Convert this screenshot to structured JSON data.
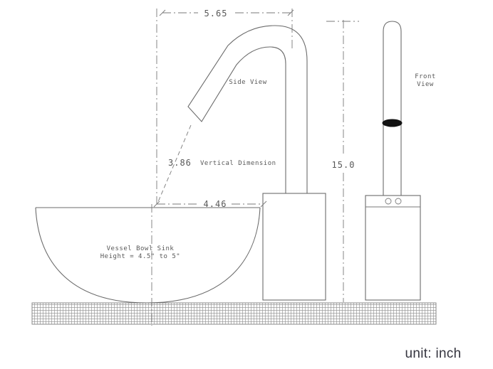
{
  "labels": {
    "dim_top_width": "5.65",
    "dim_vertical_value": "3.86",
    "dim_vertical_desc": "Vertical Dimension",
    "dim_spout_reach": "4.46",
    "dim_total_height": "15.0",
    "side_view": "Side View",
    "front_view_line1": "Front",
    "front_view_line2": "View",
    "sink_note_line1": "Vessel Bowl Sink",
    "sink_note_line2": "Height = 4.5\" to 5\"",
    "unit_note": "unit: inch"
  },
  "colors": {
    "line": "#6b6b6b",
    "dimension_line": "#7a7a7a",
    "text": "#585858",
    "sensor_band": "#111111",
    "unit_text": "#35353f"
  }
}
